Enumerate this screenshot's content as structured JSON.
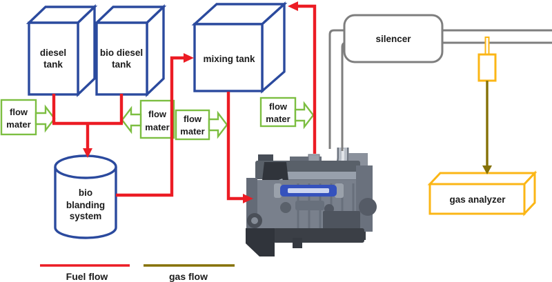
{
  "nodes": {
    "diesel_tank": {
      "line1": "diesel",
      "line2": "tank"
    },
    "bio_diesel_tank": {
      "line1": "bio diesel",
      "line2": "tank"
    },
    "mixing_tank": {
      "label": "mixing tank"
    },
    "bio_blending_system": {
      "line1": "bio",
      "line2": "blanding",
      "line3": "system"
    },
    "silencer": {
      "label": "silencer"
    },
    "gas_analyzer": {
      "label": "gas analyzer"
    },
    "engine": {
      "icon": "diesel-engine-photo"
    }
  },
  "flow_meters": [
    {
      "line1": "flow",
      "line2": "mater"
    },
    {
      "line1": "flow",
      "line2": "mater"
    },
    {
      "line1": "flow",
      "line2": "mater"
    },
    {
      "line1": "flow",
      "line2": "mater"
    }
  ],
  "legend": {
    "fuel": {
      "label": "Fuel flow",
      "color": "#ec1c24"
    },
    "gas": {
      "label": "gas flow",
      "color": "#857107"
    }
  },
  "colors": {
    "tank_outline_blue": "#2b4a9e",
    "flow_meter_green": "#7cbe41",
    "fuel_flow_red": "#ec1c24",
    "exhaust_pipe_gray": "#7e7e7e",
    "analyzer_yellow": "#fbb616",
    "gas_flow_olive": "#857107"
  }
}
